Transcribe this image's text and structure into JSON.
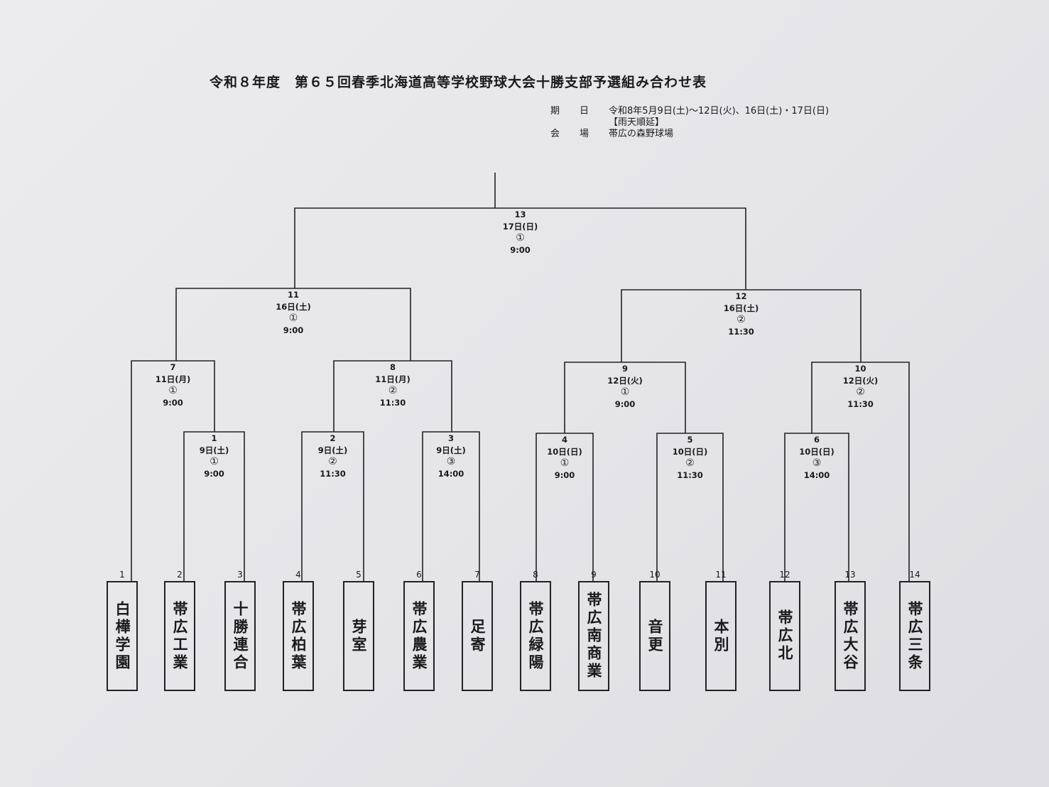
{
  "title": "令和８年度　第６５回春季北海道高等学校野球大会十勝支部予選組み合わせ表",
  "info": {
    "date_label": "期日",
    "date_value": "令和8年5月9日(土)～12日(火)、16日(土)・17日(日)",
    "rain_note": "【雨天順延】",
    "venue_label": "会場",
    "venue_value": "帯広の森野球場"
  },
  "matches": [
    {
      "no": "1",
      "date": "9日(土)",
      "slot": "①",
      "time": "9:00"
    },
    {
      "no": "2",
      "date": "9日(土)",
      "slot": "②",
      "time": "11:30"
    },
    {
      "no": "3",
      "date": "9日(土)",
      "slot": "③",
      "time": "14:00"
    },
    {
      "no": "4",
      "date": "10日(日)",
      "slot": "①",
      "time": "9:00"
    },
    {
      "no": "5",
      "date": "10日(日)",
      "slot": "②",
      "time": "11:30"
    },
    {
      "no": "6",
      "date": "10日(日)",
      "slot": "③",
      "time": "14:00"
    },
    {
      "no": "7",
      "date": "11日(月)",
      "slot": "①",
      "time": "9:00"
    },
    {
      "no": "8",
      "date": "11日(月)",
      "slot": "②",
      "time": "11:30"
    },
    {
      "no": "9",
      "date": "12日(火)",
      "slot": "①",
      "time": "9:00"
    },
    {
      "no": "10",
      "date": "12日(火)",
      "slot": "②",
      "time": "11:30"
    },
    {
      "no": "11",
      "date": "16日(土)",
      "slot": "①",
      "time": "9:00"
    },
    {
      "no": "12",
      "date": "16日(土)",
      "slot": "②",
      "time": "11:30"
    },
    {
      "no": "13",
      "date": "17日(日)",
      "slot": "①",
      "time": "9:00"
    }
  ],
  "teams": [
    {
      "seed": "1",
      "name": "白樺学園"
    },
    {
      "seed": "2",
      "name": "帯広工業"
    },
    {
      "seed": "3",
      "name": "十勝連合"
    },
    {
      "seed": "4",
      "name": "帯広柏葉"
    },
    {
      "seed": "5",
      "name": "芽室"
    },
    {
      "seed": "6",
      "name": "帯広農業"
    },
    {
      "seed": "7",
      "name": "足寄"
    },
    {
      "seed": "8",
      "name": "帯広緑陽"
    },
    {
      "seed": "9",
      "name": "帯広南商業"
    },
    {
      "seed": "10",
      "name": "音更"
    },
    {
      "seed": "11",
      "name": "本別"
    },
    {
      "seed": "12",
      "name": "帯広北"
    },
    {
      "seed": "13",
      "name": "帯広大谷"
    },
    {
      "seed": "14",
      "name": "帯広三条"
    }
  ]
}
